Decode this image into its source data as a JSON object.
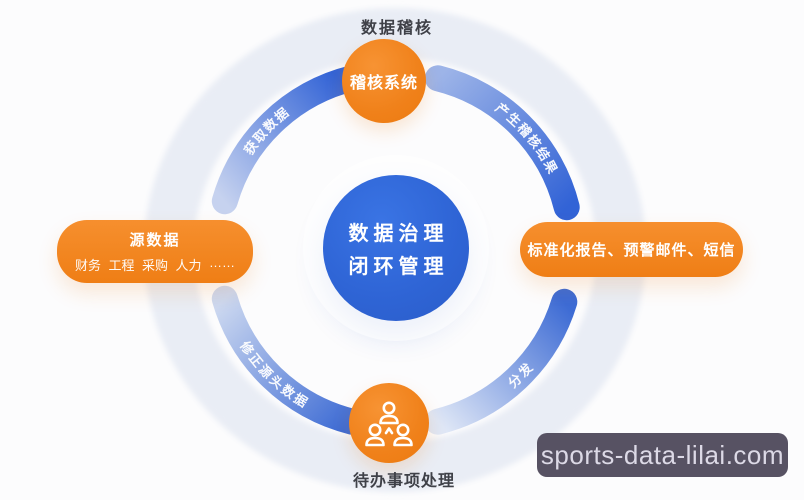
{
  "diagram": {
    "top_caption": "数据稽核",
    "audit_node": {
      "label": "稽核系统"
    },
    "source_node": {
      "title": "源数据",
      "items": [
        "财务",
        "工程",
        "采购",
        "人力",
        "……"
      ]
    },
    "output_node": {
      "label": "标准化报告、预警邮件、短信"
    },
    "todo_node": {
      "icon": "people-group-icon",
      "caption": "待办事项处理"
    },
    "center": {
      "line1": "数据治理",
      "line2": "闭环管理"
    },
    "arc_labels": {
      "top_left": "获取数据",
      "top_right": "产生稽核结果",
      "bottom_right": "分发",
      "bottom_left": "修正源头数据"
    }
  },
  "watermark": {
    "text": "sports-data-lilai.com"
  },
  "colors": {
    "accent_orange": "#f0811a",
    "primary_blue": "#2f65d6",
    "arc_blue_dark": "#3263d6",
    "arc_blue_light": "#dfe7f6",
    "ring_pale": "#e9edf5",
    "label_gray": "#3f4148",
    "watermark_bg": "#575263",
    "watermark_text": "#dcd9e6"
  }
}
